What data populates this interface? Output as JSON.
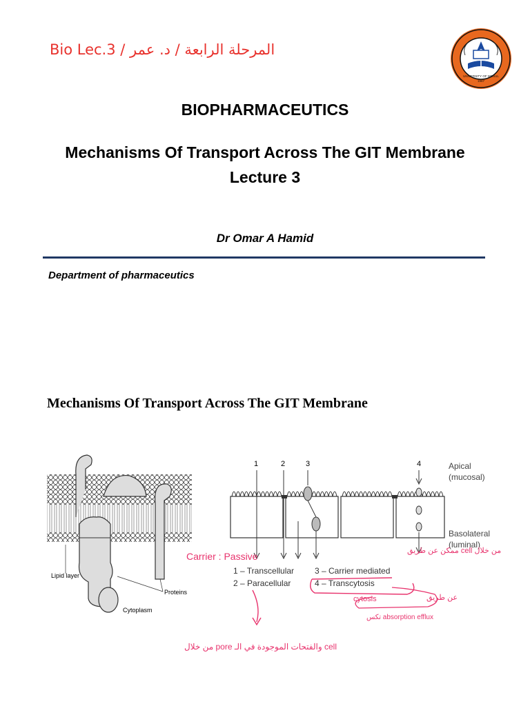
{
  "header": {
    "lecture_tag": "Bio Lec.3",
    "sep1": " / ",
    "arabic_stage": "المرحلة الرابعة / د. عمر"
  },
  "logo": {
    "name": "university-of-mosul-logo",
    "ring_text": "UNIVERSITY OF MOSUL",
    "year": "1967"
  },
  "title": {
    "course": "BIOPHARMACEUTICS",
    "topic": "Mechanisms Of Transport Across The GIT Membrane",
    "lecture": "Lecture 3"
  },
  "author": "Dr Omar A Hamid",
  "department": "Department of pharmaceutics",
  "section_title": "Mechanisms Of Transport Across The GIT Membrane",
  "figure": {
    "left_labels": {
      "lipid": "Lipid layer",
      "proteins": "Proteins",
      "cytoplasm": "Cytoplasm"
    },
    "route_numbers": [
      "1",
      "2",
      "3",
      "4"
    ],
    "apical": "Apical",
    "apical_sub": "(mucosal)",
    "basolateral": "Basolateral",
    "basolateral_sub": "(luminal)",
    "legend": {
      "l1": "1 – Transcellular",
      "l2": "2 – Paracellular",
      "l3": "3 – Carrier mediated",
      "l4": "4 – Transcytosis"
    },
    "handwriting": {
      "carrier_passive": "Carrier : Passive",
      "arabic_top": "من خلال cell ممكن عن طريق",
      "cytosis": "cytosis",
      "arabic_right": "عن طريق",
      "efflux": "تكس absorption efflux",
      "arabic_bottom": "من خلال pore والفتحات الموجودة في الـ cell"
    }
  }
}
